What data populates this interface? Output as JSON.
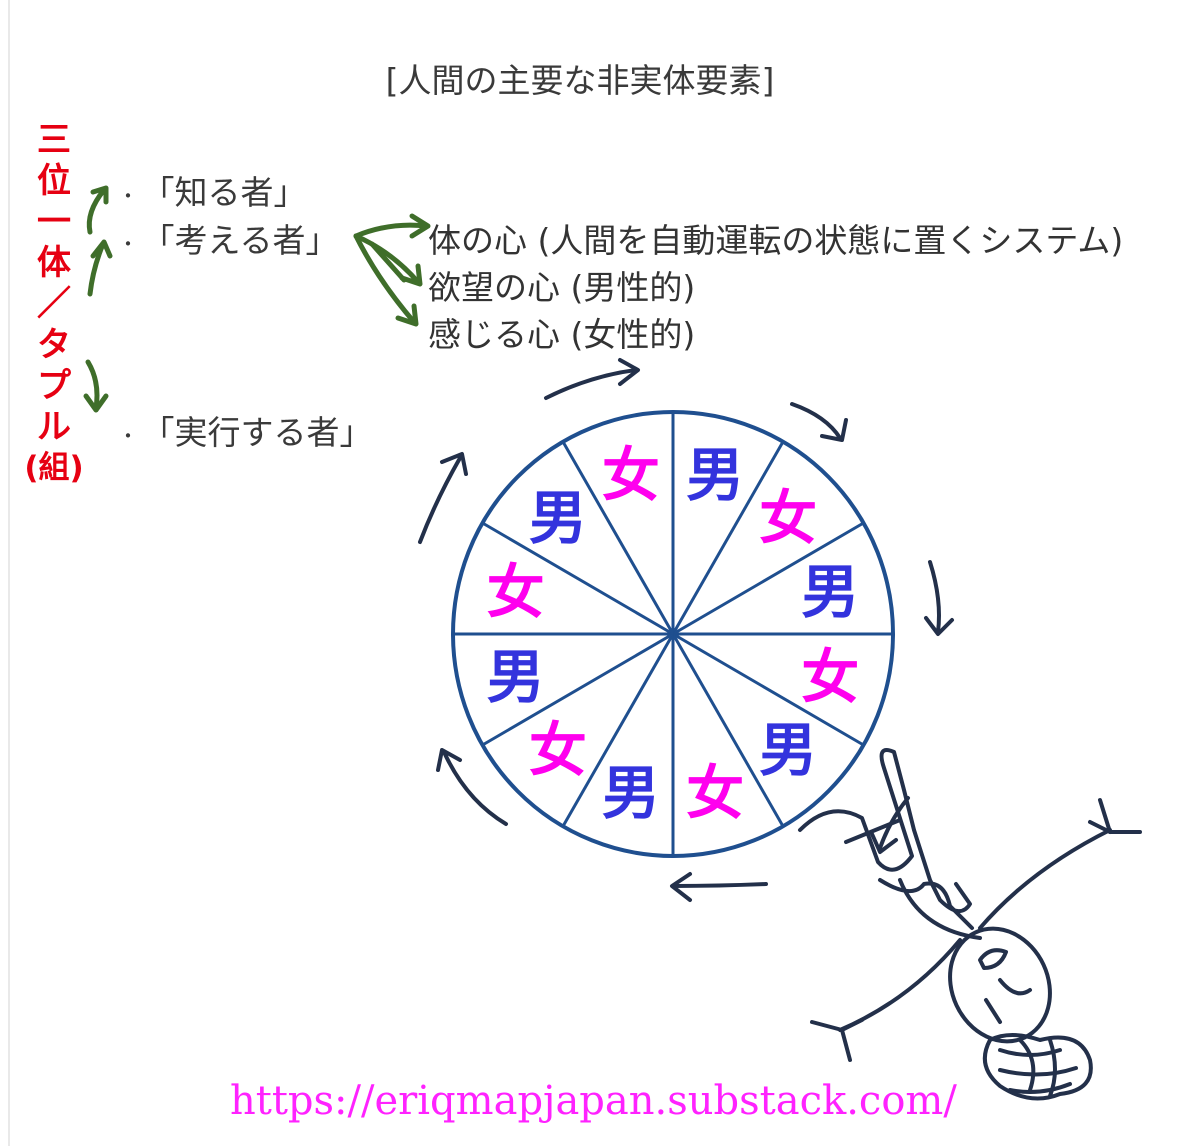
{
  "title": "[人間の主要な非実体要素]",
  "trinity_label": [
    "三",
    "位",
    "一",
    "体",
    "／",
    "タ",
    "プ",
    "ル"
  ],
  "trinity_group": "(組)",
  "beings": {
    "knower": "「知る者」",
    "thinker": "「考える者」",
    "doer": "「実行する者」",
    "bullet": "・"
  },
  "minds": {
    "body_mind": "体の心 (人間を自動運転の状態に置くシステム)",
    "desire_mind": "欲望の心 (男性的)",
    "feeling_mind": "感じる心 (女性的)"
  },
  "wheel": {
    "segments": [
      "女",
      "男",
      "女",
      "男",
      "女",
      "男",
      "女",
      "男",
      "女",
      "男",
      "女",
      "男"
    ],
    "male_label": "男",
    "female_label": "女"
  },
  "colors": {
    "trinity_red": "#e60012",
    "arrow_green": "#3f6e2a",
    "wheel_blue": "#1f4f8f",
    "male_blue": "#3333dd",
    "female_magenta": "#ff00ee",
    "url_magenta": "#ff22ff",
    "sketch_dark": "#23304a"
  },
  "url": "https://eriqmapjapan.substack.com/"
}
